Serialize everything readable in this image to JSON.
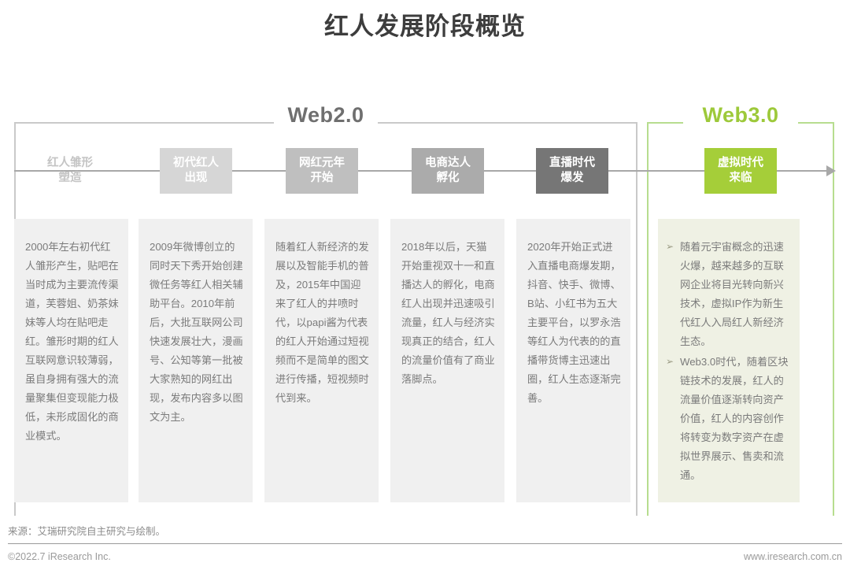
{
  "page": {
    "title": "红人发展阶段概览"
  },
  "chart_data": {
    "type": "diagram",
    "title": "红人发展阶段概览",
    "eras": [
      {
        "id": "web2",
        "label": "Web2.0",
        "color": "#c9c9c9",
        "label_color": "#6f6f6f",
        "stage_indices": [
          0,
          1,
          2,
          3,
          4
        ]
      },
      {
        "id": "web3",
        "label": "Web3.0",
        "color": "#b7dd8f",
        "label_color": "#9dc93a",
        "stage_indices": [
          5
        ]
      }
    ],
    "stages": [
      {
        "marker_label": "红人雏形\n塑造",
        "marker_line1": "红人雏形",
        "marker_line2": "塑造",
        "marker_bg": "transparent",
        "marker_text_color": "#c4c4c4",
        "boxed": false,
        "panel_bg": "#f0f0f0",
        "body": "2000年左右初代红人雏形产生，贴吧在当时成为主要流传渠道，芙蓉姐、奶茶妹妹等人均在贴吧走红。雏形时期的红人互联网意识较薄弱，虽自身拥有强大的流量聚集但变现能力极低，未形成固化的商业模式。"
      },
      {
        "marker_line1": "初代红人",
        "marker_line2": "出现",
        "marker_bg": "#d6d6d6",
        "marker_text_color": "#ffffff",
        "boxed": true,
        "panel_bg": "#f0f0f0",
        "body": "2009年微博创立的同时天下秀开始创建微任务等红人相关辅助平台。2010年前后，大批互联网公司快速发展壮大，漫画号、公知等第一批被大家熟知的网红出现，发布内容多以图文为主。"
      },
      {
        "marker_line1": "网红元年",
        "marker_line2": "开始",
        "marker_bg": "#bfbfbf",
        "marker_text_color": "#ffffff",
        "boxed": true,
        "panel_bg": "#f0f0f0",
        "body": "随着红人新经济的发展以及智能手机的普及，2015年中国迎来了红人的井喷时代，以papi酱为代表的红人开始通过短视频而不是简单的图文进行传播，短视频时代到来。"
      },
      {
        "marker_line1": "电商达人",
        "marker_line2": "孵化",
        "marker_bg": "#ababab",
        "marker_text_color": "#ffffff",
        "boxed": true,
        "panel_bg": "#f0f0f0",
        "body": "2018年以后，天猫开始重视双十一和直播达人的孵化，电商红人出现并迅速吸引流量，红人与经济实现真正的结合，红人的流量价值有了商业落脚点。"
      },
      {
        "marker_line1": "直播时代",
        "marker_line2": "爆发",
        "marker_bg": "#767676",
        "marker_text_color": "#ffffff",
        "boxed": true,
        "panel_bg": "#f0f0f0",
        "body": "2020年开始正式进入直播电商爆发期，抖音、快手、微博、B站、小红书为五大主要平台，以罗永浩等红人为代表的的直播带货博主迅速出圈，红人生态逐渐完善。"
      },
      {
        "marker_line1": "虚拟时代",
        "marker_line2": "来临",
        "marker_bg": "#a5ce39",
        "marker_text_color": "#ffffff",
        "boxed": true,
        "panel_bg": "#eff1e4",
        "bullets": [
          "随着元宇宙概念的迅速火爆，越来越多的互联网企业将目光转向新兴技术，虚拟IP作为新生代红人入局红人新经济生态。",
          "Web3.0时代，随着区块链技术的发展，红人的流量价值逐渐转向资产价值，红人的内容创作将转变为数字资产在虚拟世界展示、售卖和流通。"
        ]
      }
    ],
    "axis": {
      "direction": "left-to-right",
      "arrow": true,
      "color": "#a8a8a8"
    },
    "bullet_glyph": "➢"
  },
  "footer": {
    "source": "来源：艾瑞研究院自主研究与绘制。",
    "copyright": "©2022.7 iResearch Inc.",
    "website": "www.iresearch.com.cn"
  }
}
